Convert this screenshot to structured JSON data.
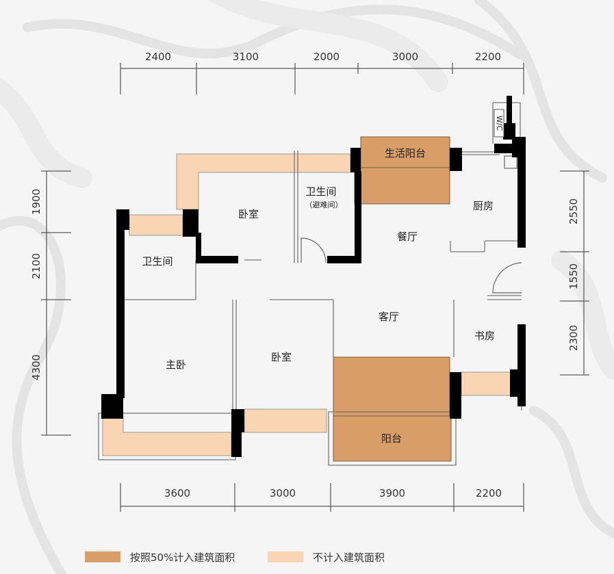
{
  "colors": {
    "counted_half": "#d99e68",
    "not_counted": "#f9d5b4",
    "wall": "#000000",
    "background": "#f4f4f4"
  },
  "dimensions": {
    "top": [
      "2400",
      "3100",
      "2000",
      "3000",
      "2200"
    ],
    "bottom": [
      "3600",
      "3000",
      "3900",
      "2200"
    ],
    "left": [
      "1900",
      "2100",
      "4300"
    ],
    "right": [
      "2550",
      "1550",
      "2300"
    ]
  },
  "rooms": {
    "service_balcony": "生活阳台",
    "bathroom_top": "卫生间",
    "bathroom_top_note": "（避难间）",
    "bedroom_top": "卧室",
    "kitchen": "厨房",
    "dining": "餐厅",
    "bathroom_left": "卫生间",
    "living": "客厅",
    "study": "书房",
    "master_bedroom": "主卧",
    "bedroom_mid": "卧室",
    "balcony": "阳台",
    "wc_tag": "W/C"
  },
  "legend": [
    {
      "label": "按照50%计入建筑面积",
      "color": "#d99e68"
    },
    {
      "label": "不计入建筑面积",
      "color": "#f9d5b4"
    }
  ]
}
